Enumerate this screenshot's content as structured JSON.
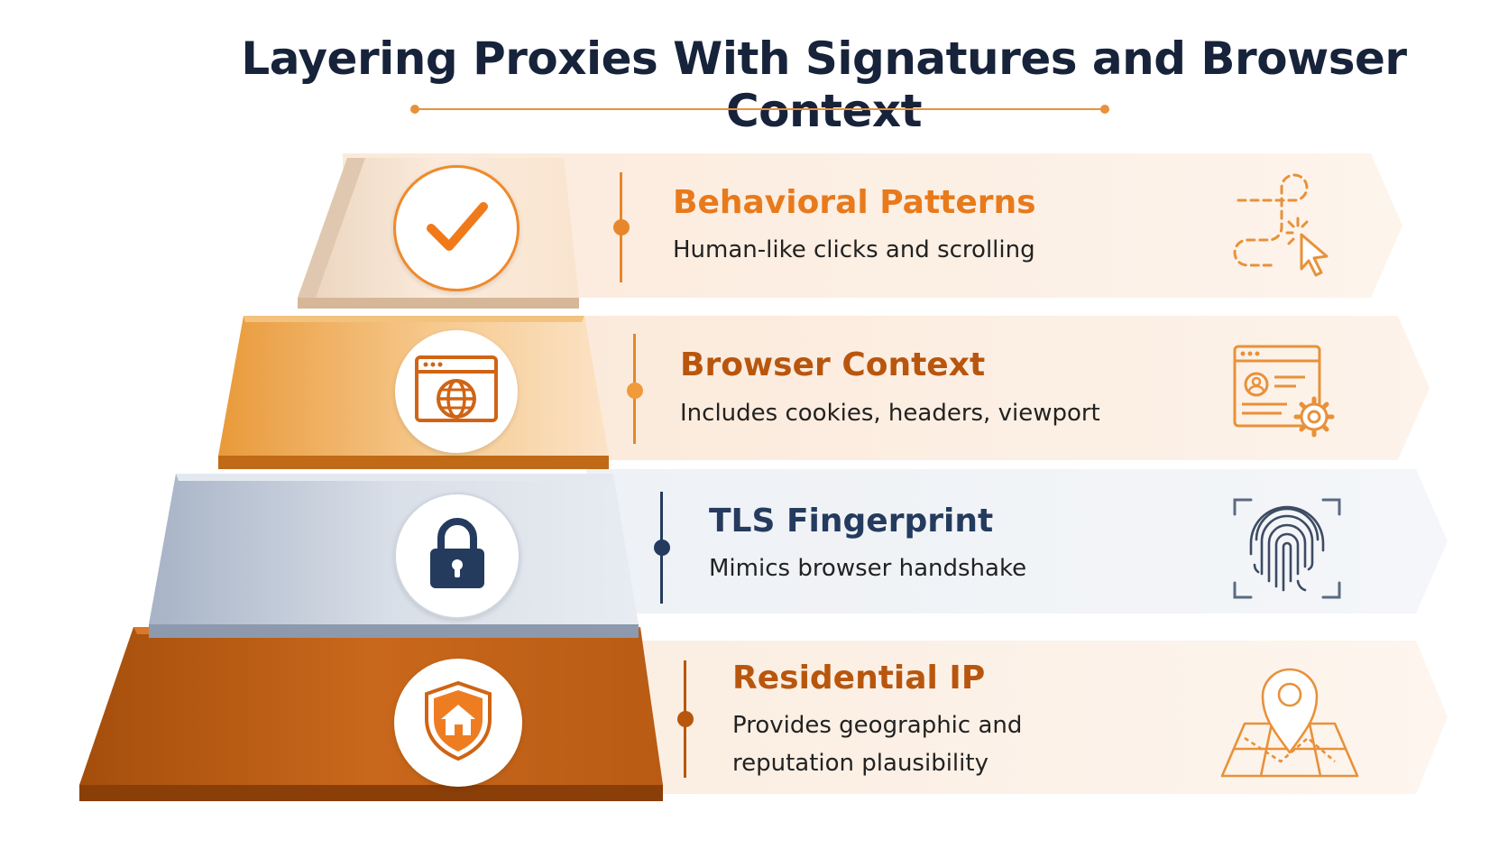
{
  "title": "Layering Proxies With Signatures and Browser Context",
  "layers": [
    {
      "heading": "Behavioral Patterns",
      "description": "Human-like clicks and scrolling",
      "icon": "checkmark-icon",
      "side_icon": "cursor-path-icon",
      "color": "#e87a1c"
    },
    {
      "heading": "Browser Context",
      "description": "Includes cookies, headers, viewport",
      "icon": "browser-globe-icon",
      "side_icon": "browser-settings-icon",
      "color": "#b8560e"
    },
    {
      "heading": "TLS Fingerprint",
      "description": "Mimics browser handshake",
      "icon": "padlock-icon",
      "side_icon": "fingerprint-icon",
      "color": "#243b5e"
    },
    {
      "heading": "Residential IP",
      "description_line1": "Provides geographic and",
      "description_line2": "reputation plausibility",
      "icon": "shield-home-icon",
      "side_icon": "map-pin-icon",
      "color": "#b8560e"
    }
  ]
}
